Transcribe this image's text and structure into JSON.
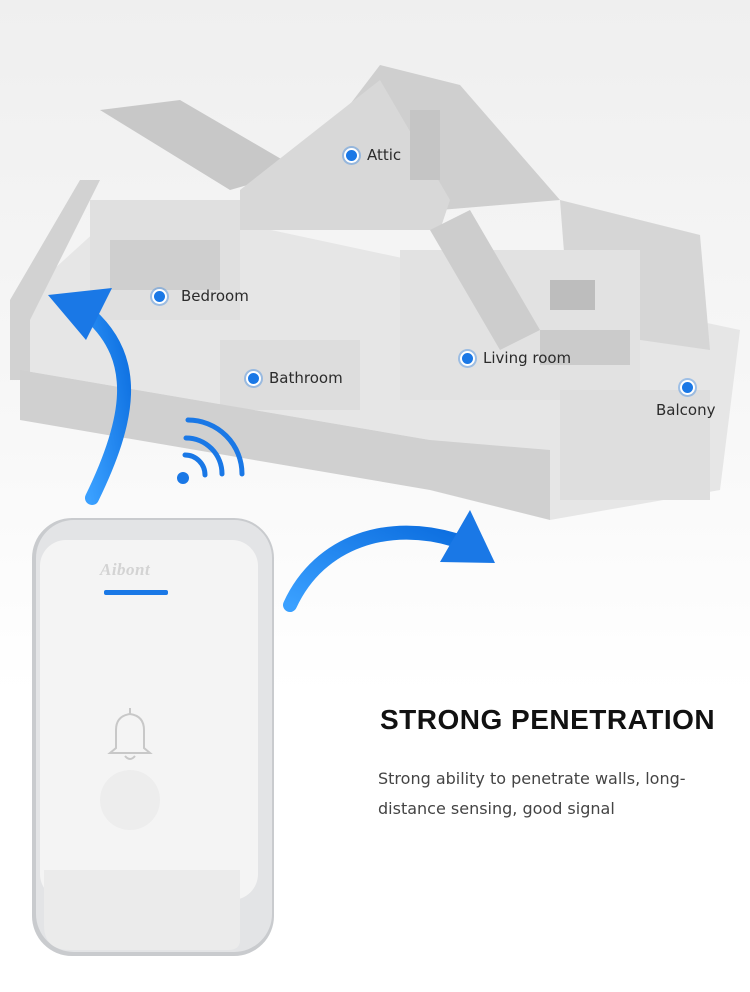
{
  "rooms": {
    "attic": "Attic",
    "bedroom": "Bedroom",
    "bathroom": "Bathroom",
    "living_room": "Living room",
    "balcony": "Balcony"
  },
  "device": {
    "brand": "Aibont",
    "icons": [
      "bell-icon",
      "wifi-signal-icon"
    ]
  },
  "feature": {
    "title": "STRONG PENETRATION",
    "description": "Strong ability to penetrate walls, long-distance sensing, good signal"
  },
  "colors": {
    "accent_blue": "#1a78e6",
    "house_wall": "#dcdcdc"
  }
}
